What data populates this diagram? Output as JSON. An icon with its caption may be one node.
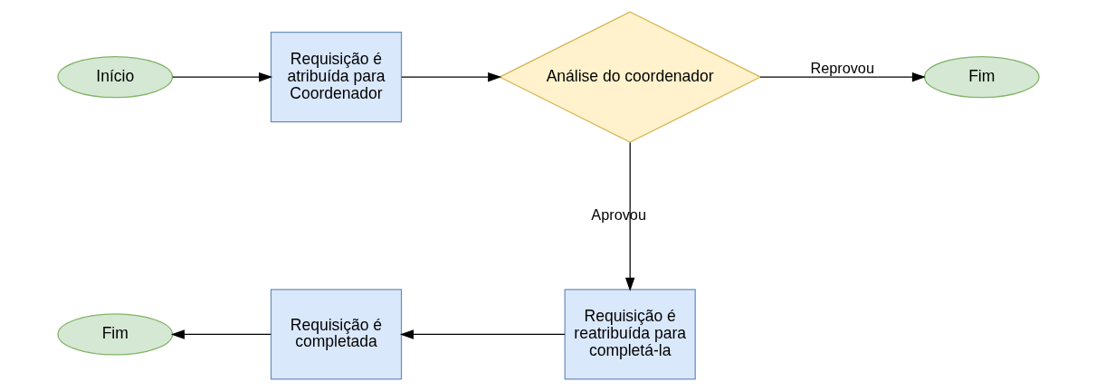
{
  "diagram": {
    "nodes": [
      {
        "text": [
          "Início"
        ]
      },
      {
        "text": [
          "Requisição é atribuída para Coordenador"
        ]
      },
      {
        "text": [
          "Análise do coordenador"
        ]
      },
      {
        "text": [
          "Fim"
        ]
      },
      {
        "text": [
          "Requisição é reatribuída para completá-la"
        ]
      },
      {
        "text": [
          "Requisição é completada"
        ]
      },
      {
        "text": [
          "Fim"
        ]
      }
    ],
    "edges": [
      {
        "from": 0,
        "to": 1,
        "arrow": "to"
      },
      {
        "from": 1,
        "to": 2,
        "arrow": "to"
      },
      {
        "from": 2,
        "to": 3,
        "arrow": "to",
        "label": "Reprovou"
      },
      {
        "from": 2,
        "to": 4,
        "arrow": "to",
        "label": "Aprovou"
      },
      {
        "from": 4,
        "to": 5,
        "arrow": "to"
      },
      {
        "from": 5,
        "to": 6,
        "arrow": "to"
      }
    ]
  }
}
